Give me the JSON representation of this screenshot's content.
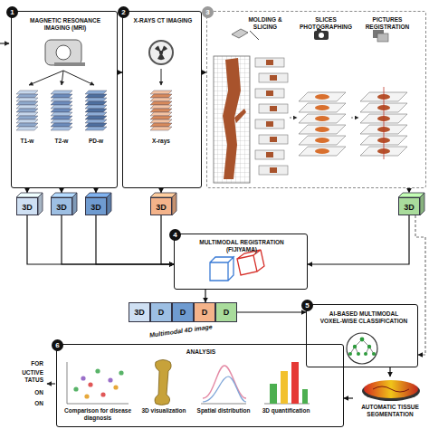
{
  "diagram": {
    "nodes": [
      {
        "text": [
          "MAGNETIC RESONANCE IMAGING (MRI)"
        ]
      },
      {
        "text": [
          "1"
        ],
        "in": 0
      },
      {
        "text": [
          "X-RAYS CT IMAGING"
        ]
      },
      {
        "text": [
          "2"
        ],
        "in": 2
      },
      {
        "text": [
          "MOLDING & SLICING",
          "SLICES PHOTOGRAPHING",
          "PICTURES REGISTRATION"
        ]
      },
      {
        "text": [
          "3"
        ],
        "in": 4
      },
      {
        "text": [
          "3D"
        ]
      },
      {
        "text": [
          "3D"
        ]
      },
      {
        "text": [
          "3D"
        ]
      },
      {
        "text": [
          "3D"
        ]
      },
      {
        "text": [
          "3D"
        ]
      },
      {
        "text": [
          "MULTIMODAL REGISTRATION (FIJIYAMA)"
        ]
      },
      {
        "text": [
          "4"
        ],
        "in": 11
      },
      {
        "text": [
          "3D",
          "D",
          "D",
          "D",
          "D"
        ]
      },
      {
        "text": [
          "AI-BASED MULTIMODAL VOXEL-WISE CLASSIFICATION"
        ]
      },
      {
        "text": [
          "5"
        ],
        "in": 14
      },
      {
        "text": [
          "AUTOMATIC TISSUE SEGMENTATION"
        ]
      },
      {
        "text": [
          "ANALYSIS"
        ]
      },
      {
        "text": [
          "6"
        ],
        "in": 17
      }
    ],
    "edges": [
      {
        "from": 0,
        "to": 2,
        "arrow": "to"
      },
      {
        "from": 2,
        "to": 4,
        "arrow": "to"
      },
      {
        "from": 0,
        "to": 6,
        "arrow": "to"
      },
      {
        "from": 0,
        "to": 7,
        "arrow": "to"
      },
      {
        "from": 0,
        "to": 8,
        "arrow": "to"
      },
      {
        "from": 2,
        "to": 9,
        "arrow": "to"
      },
      {
        "from": 4,
        "to": 10,
        "arrow": "to"
      },
      {
        "from": 6,
        "to": 11,
        "arrow": "to"
      },
      {
        "from": 7,
        "to": 11,
        "arrow": "to"
      },
      {
        "from": 8,
        "to": 11,
        "arrow": "to"
      },
      {
        "from": 9,
        "to": 11,
        "arrow": "to"
      },
      {
        "from": 10,
        "to": 11,
        "arrow": "to"
      },
      {
        "from": 11,
        "to": 13,
        "arrow": "to"
      },
      {
        "from": 13,
        "to": 14,
        "arrow": "to"
      },
      {
        "from": 10,
        "to": 14,
        "arrow": "to"
      },
      {
        "from": 14,
        "to": 16,
        "arrow": "to"
      },
      {
        "from": 16,
        "to": 17,
        "arrow": "to"
      }
    ],
    "labels": [
      "T1-w",
      "T2-w",
      "PD-w",
      "X-rays",
      "Multimodal 4D image",
      "Comparison for disease diagnosis",
      "3D visualization",
      "Spatial distribution",
      "3D quantification",
      "FOR",
      "UCTIVE",
      "TATUS",
      "ON",
      "ON"
    ]
  }
}
